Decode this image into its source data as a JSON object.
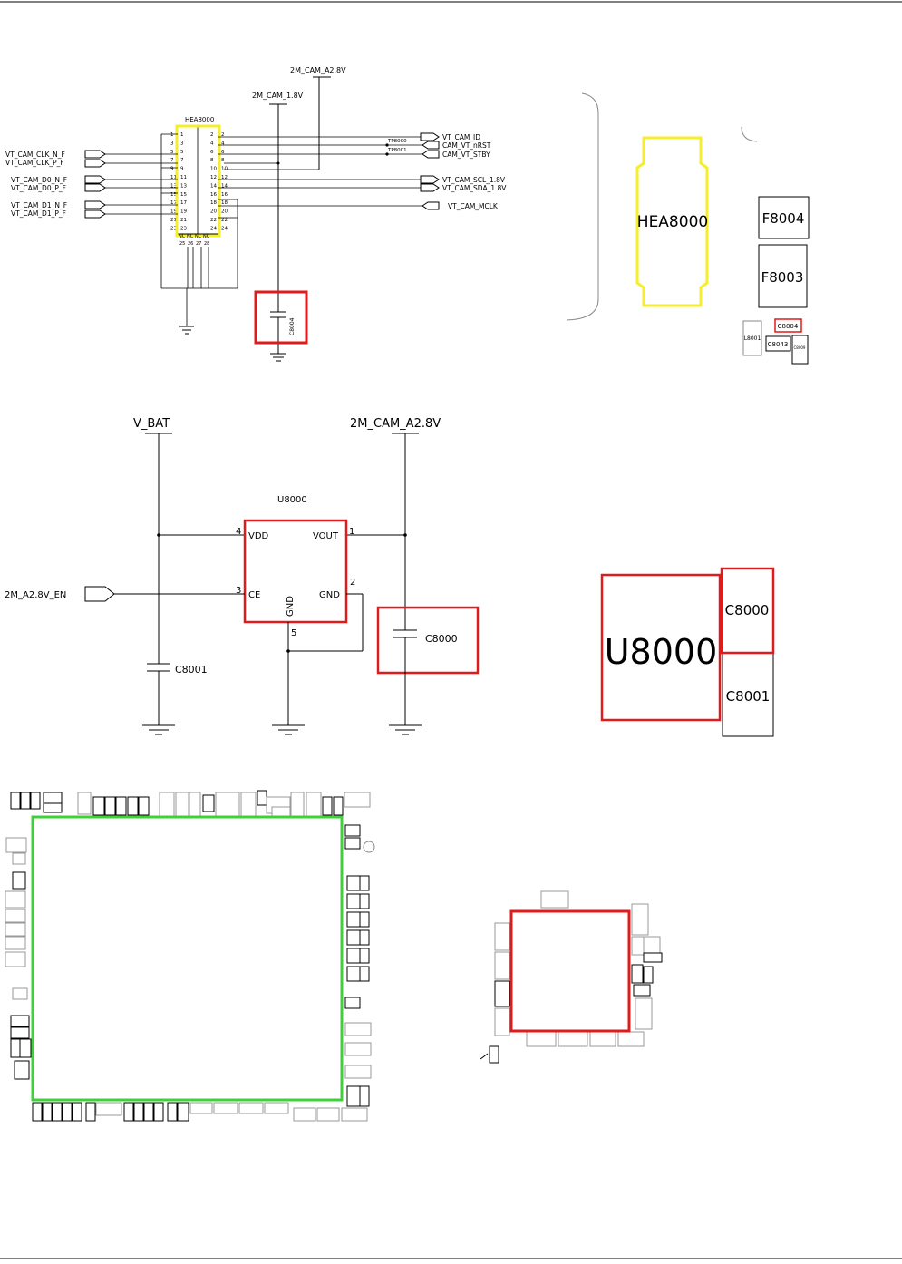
{
  "colors": {
    "highlight_yellow": "#f5ee2a",
    "highlight_red": "#e01b1b",
    "highlight_green": "#3fd13a",
    "line": "#000000"
  },
  "schematic1": {
    "connector_ref": "HEA8000",
    "rail_top": "2M_CAM_A2.8V",
    "rail_18": "2M_CAM_1.8V",
    "cap_ref": "C8004",
    "left_nets": [
      "VT_CAM_CLK_N_F",
      "VT_CAM_CLK_P_F",
      "VT_CAM_D0_N_F",
      "VT_CAM_D0_P_F",
      "VT_CAM_D1_N_F",
      "VT_CAM_D1_P_F"
    ],
    "right_nets": [
      "VT_CAM_ID",
      "CAM_VT_nRST",
      "CAM_VT_STBY",
      "VT_CAM_SCL_1.8V",
      "VT_CAM_SDA_1.8V",
      "VT_CAM_MCLK"
    ],
    "testpoints": [
      "TP8000",
      "TP8001"
    ],
    "pins_left": [
      "1",
      "3",
      "5",
      "7",
      "9",
      "11",
      "13",
      "15",
      "17",
      "19",
      "21",
      "23"
    ],
    "pins_right": [
      "2",
      "4",
      "6",
      "8",
      "10",
      "12",
      "14",
      "16",
      "18",
      "20",
      "22",
      "24"
    ],
    "pins_nc": [
      "NC",
      "NC",
      "NC",
      "NC"
    ],
    "pins_nc_num": [
      "25",
      "26",
      "27",
      "28"
    ]
  },
  "layout1": {
    "connector_label": "HEA8000",
    "parts": [
      "F8004",
      "F8003",
      "C8004",
      "L8001",
      "C8043",
      "C8009"
    ]
  },
  "schematic2": {
    "rail_vbat": "V_BAT",
    "rail_out": "2M_CAM_A2.8V",
    "ic_ref": "U8000",
    "enable_net": "2M_A2.8V_EN",
    "pin_vdd": "VDD",
    "pin_vout": "VOUT",
    "pin_ce": "CE",
    "pin_gnd_r": "GND",
    "pin_gnd_b": "GND",
    "pin_num_vdd": "4",
    "pin_num_vout": "1",
    "pin_num_ce": "3",
    "pin_num_gnd": "2",
    "pin_num_gnd_b": "5",
    "cap_out": "C8000",
    "cap_in": "C8001"
  },
  "layout2": {
    "ic_label": "U8000",
    "cap_top": "C8000",
    "cap_bottom": "C8001"
  }
}
